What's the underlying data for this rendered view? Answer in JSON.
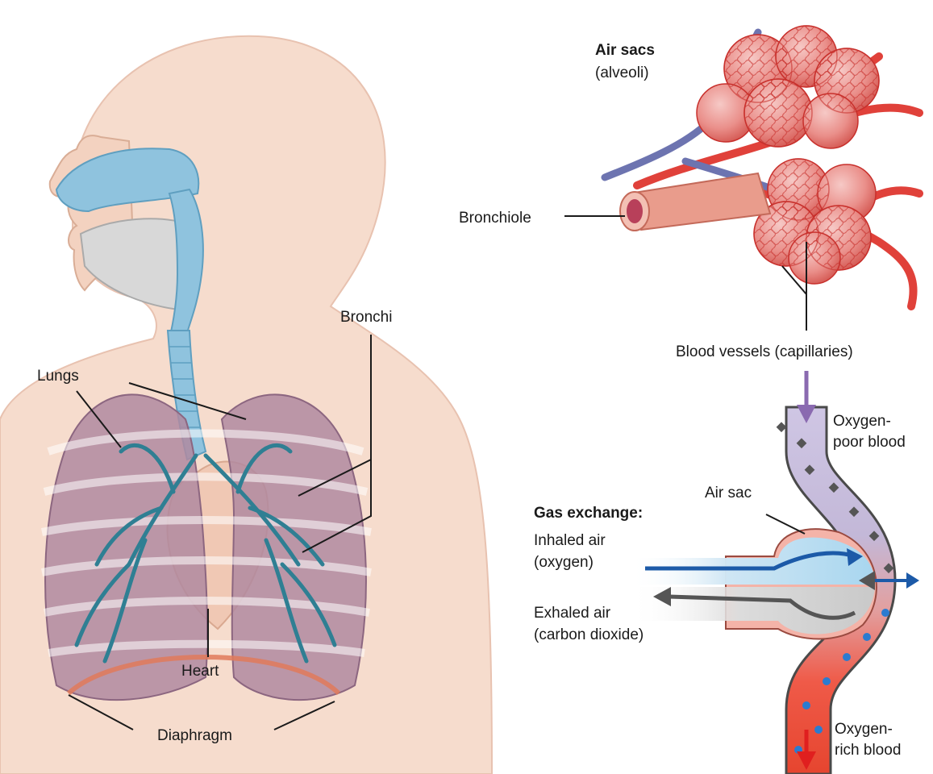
{
  "labels": {
    "lungs": "Lungs",
    "bronchi": "Bronchi",
    "heart": "Heart",
    "diaphragm": "Diaphragm",
    "air_sacs_title": "Air sacs",
    "air_sacs_sub": "(alveoli)",
    "bronchiole": "Bronchiole",
    "blood_vessels": "Blood vessels (capillaries)",
    "oxygen_poor_1": "Oxygen-",
    "oxygen_poor_2": "poor blood",
    "air_sac": "Air sac",
    "gas_exchange": "Gas exchange:",
    "inhaled_1": "Inhaled air",
    "inhaled_2": "(oxygen)",
    "exhaled_1": "Exhaled air",
    "exhaled_2": "(carbon dioxide)",
    "oxygen_rich_1": "Oxygen-",
    "oxygen_rich_2": "rich blood"
  },
  "colors": {
    "skin": "#f6dccd",
    "airway": "#8fc3de",
    "lung": "#b08aa0",
    "bronchi": "#2f7f93",
    "capillary_red": "#e0413a",
    "capillary_blue": "#6d74b0",
    "oxygen_poor": "#8a7ab0",
    "oxygen_rich": "#e23b2c",
    "inhale_arrow": "#1c5aa8",
    "exhale_arrow": "#555555"
  }
}
